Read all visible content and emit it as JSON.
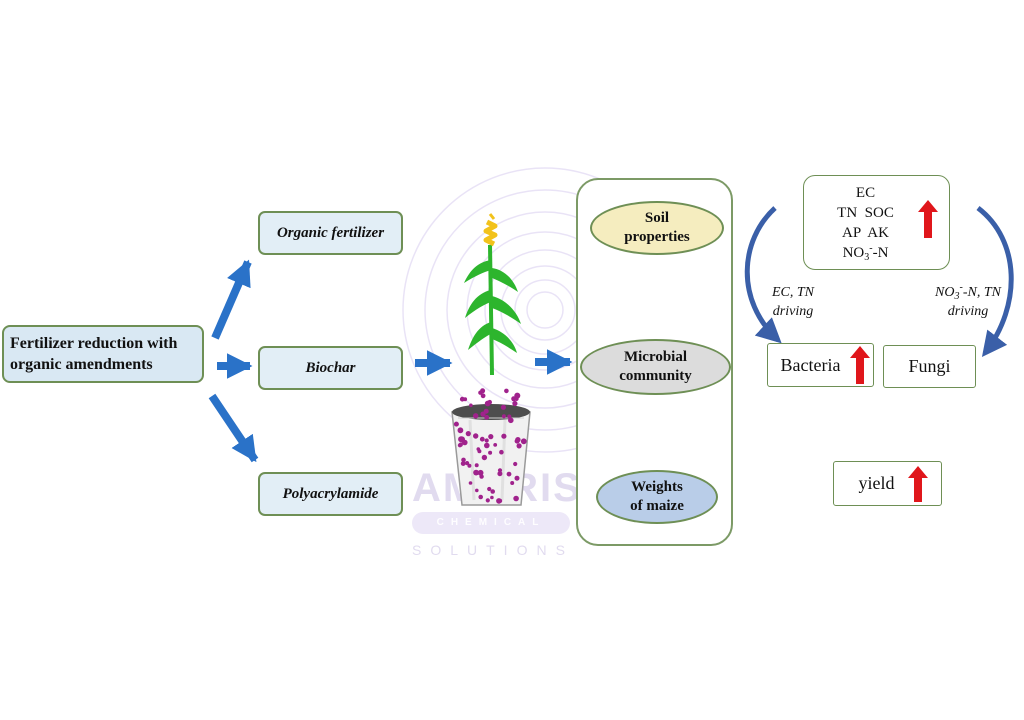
{
  "start": {
    "line1": "Fertilizer reduction with",
    "line2": "organic amendments"
  },
  "amendments": [
    {
      "label": "Organic fertilizer"
    },
    {
      "label": "Biochar"
    },
    {
      "label": "Polyacrylamide"
    }
  ],
  "panel": {
    "soil": {
      "line1": "Soil",
      "line2": "properties"
    },
    "microbial": {
      "line1": "Microbial",
      "line2": "community"
    },
    "weights": {
      "line1": "Weights",
      "line2": "of maize"
    }
  },
  "indicators": {
    "line1": "EC",
    "line2": "TN  SOC",
    "line3": "AP  AK",
    "no3_base": "NO",
    "no3_sub": "3",
    "no3_sup": "-",
    "no3_tail": "-N"
  },
  "driving_left": {
    "line1": "EC, TN",
    "line2": "driving"
  },
  "driving_right": {
    "no3_base": "NO",
    "no3_sub": "3",
    "no3_sup": "-",
    "no3_tail": "-N, TN",
    "line2": "driving"
  },
  "bacteria": {
    "label": "Bacteria"
  },
  "fungi": {
    "label": "Fungi"
  },
  "yield": {
    "label": "yield"
  },
  "watermark": {
    "main": "AMBRIS",
    "sub1": "CHEMICAL",
    "sub2": "SOLUTIONS"
  },
  "colors": {
    "arrow_blue": "#2a72c8",
    "curve_blue": "#3a5fa8",
    "up_red": "#e0161b",
    "plant_green": "#2db52d",
    "plant_yellow": "#f2c21b",
    "dot_purple": "#a0228c"
  }
}
